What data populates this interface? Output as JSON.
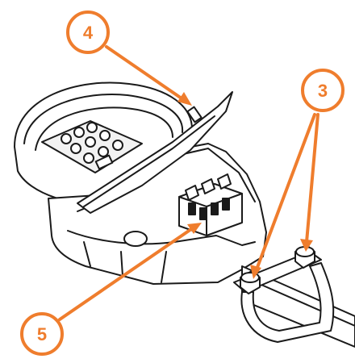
{
  "colors": {
    "accent": "#ef7d2d",
    "outline": "#1a1a1a",
    "fill": "#ffffff"
  },
  "callouts": [
    {
      "id": "c4",
      "label": "4"
    },
    {
      "id": "c3",
      "label": "3"
    },
    {
      "id": "c5",
      "label": "5"
    }
  ]
}
